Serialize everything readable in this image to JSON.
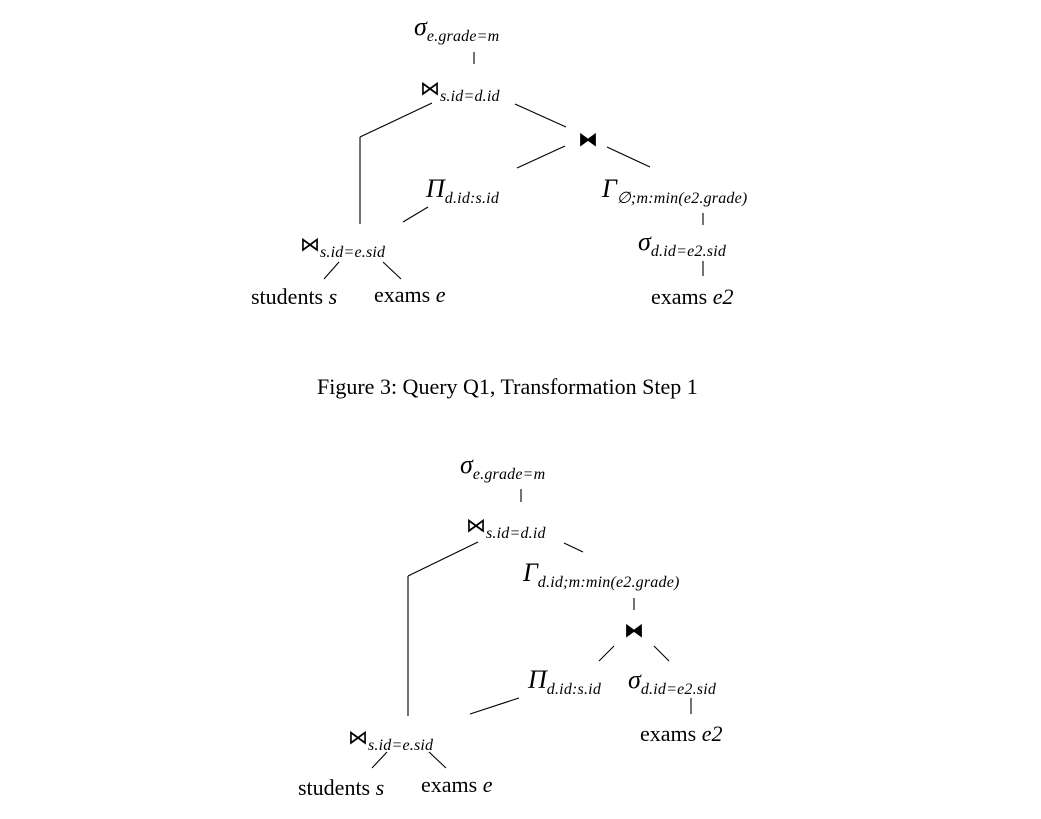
{
  "figure3": {
    "caption": "Figure 3: Query Q1, Transformation Step 1",
    "nodes": {
      "select_top": {
        "op": "σ",
        "sub": "e.grade=m"
      },
      "join_top": {
        "op": "⋈",
        "sub": "s.id=d.id"
      },
      "dep_join": {
        "op": "⧓"
      },
      "proj": {
        "op": "Π",
        "sub": "d.id:s.id"
      },
      "group": {
        "op": "Γ",
        "sub": "∅;m:min(e2.grade)"
      },
      "join_bottom": {
        "op": "⋈",
        "sub": "s.id=e.sid"
      },
      "select_inner": {
        "op": "σ",
        "sub": "d.id=e2.sid"
      },
      "students": {
        "name": "students",
        "alias": "s"
      },
      "exams": {
        "name": "exams",
        "alias": "e"
      },
      "exams2": {
        "name": "exams",
        "alias": "e2"
      }
    }
  },
  "figure4": {
    "nodes": {
      "select_top": {
        "op": "σ",
        "sub": "e.grade=m"
      },
      "join_top": {
        "op": "⋈",
        "sub": "s.id=d.id"
      },
      "group": {
        "op": "Γ",
        "sub": "d.id;m:min(e2.grade)"
      },
      "dep_join": {
        "op": "⧓"
      },
      "proj": {
        "op": "Π",
        "sub": "d.id:s.id"
      },
      "select_inner": {
        "op": "σ",
        "sub": "d.id=e2.sid"
      },
      "join_bottom": {
        "op": "⋈",
        "sub": "s.id=e.sid"
      },
      "students": {
        "name": "students",
        "alias": "s"
      },
      "exams": {
        "name": "exams",
        "alias": "e"
      },
      "exams2": {
        "name": "exams",
        "alias": "e2"
      }
    }
  }
}
